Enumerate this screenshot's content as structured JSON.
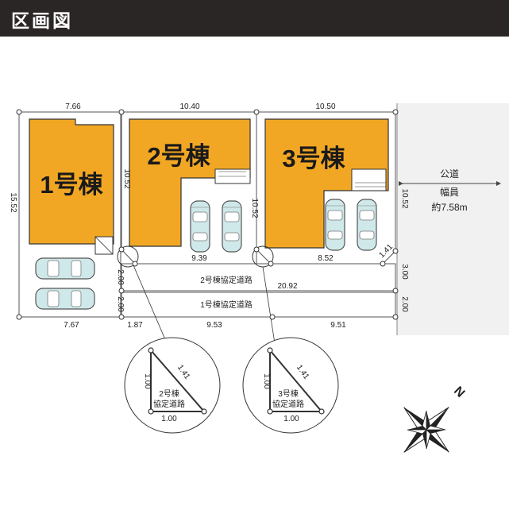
{
  "header": {
    "title": "区画図"
  },
  "lots": {
    "lot1": "1号棟",
    "lot2": "2号棟",
    "lot3": "3号棟"
  },
  "dimensions": {
    "lot1_top": "7.66",
    "lot1_left": "15.52",
    "lot1_bottom": "7.67",
    "lot2_top": "10.40",
    "lot2_left": "10.52",
    "lot2_bottom": "9.39",
    "lot3_top": "10.50",
    "lot3_left": "10.52",
    "lot3_right": "10.52",
    "lot3_bottom": "8.52",
    "corner_cut": "1.41",
    "road2_width": "2.00",
    "road1_width": "2.00",
    "road_length": "20.92",
    "right_3": "3.00",
    "right_2": "2.00",
    "bottom_1_87": "1.87",
    "bottom_9_53": "9.53",
    "bottom_9_51": "9.51"
  },
  "roads": {
    "road2_label": "2号棟協定道路",
    "road1_label": "1号棟協定道路",
    "public_road": "公道",
    "width_label": "幅員",
    "width_value": "約7.58m"
  },
  "details": {
    "left": {
      "leg_v": "1.00",
      "hyp": "1.41",
      "leg_h": "1.00",
      "label1": "2号棟",
      "label2": "協定道路"
    },
    "right": {
      "leg_v": "1.00",
      "hyp": "1.41",
      "leg_h": "1.00",
      "label1": "3号棟",
      "label2": "協定道路"
    }
  },
  "compass": {
    "north": "N"
  },
  "colors": {
    "building": "#f2a724",
    "header": "#2b2626",
    "car_fill": "#cfe8ea",
    "car_stroke": "#555555",
    "public_road": "#f1f1f1"
  }
}
